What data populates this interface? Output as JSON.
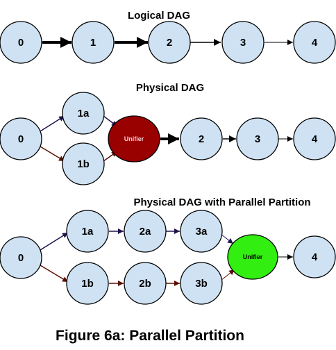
{
  "titles": {
    "logical": "Logical DAG",
    "physical": "Physical DAG",
    "parallel": "Physical DAG with Parallel Partition"
  },
  "caption": "Figure 6a: Parallel Partition",
  "colors": {
    "node_fill": "#cfe2f3",
    "unifier_red": "#990000",
    "unifier_green": "#33ee11",
    "edge_blue": "#20124d",
    "edge_red": "#5b0f00",
    "edge_black": "#000000"
  },
  "logical_dag": {
    "nodes": [
      "0",
      "1",
      "2",
      "3",
      "4"
    ]
  },
  "physical_dag": {
    "nodes": [
      "0",
      "1a",
      "1b",
      "Unifier",
      "2",
      "3",
      "4"
    ]
  },
  "parallel_dag": {
    "nodes": [
      "0",
      "1a",
      "2a",
      "3a",
      "1b",
      "2b",
      "3b",
      "Unifier",
      "4"
    ]
  }
}
